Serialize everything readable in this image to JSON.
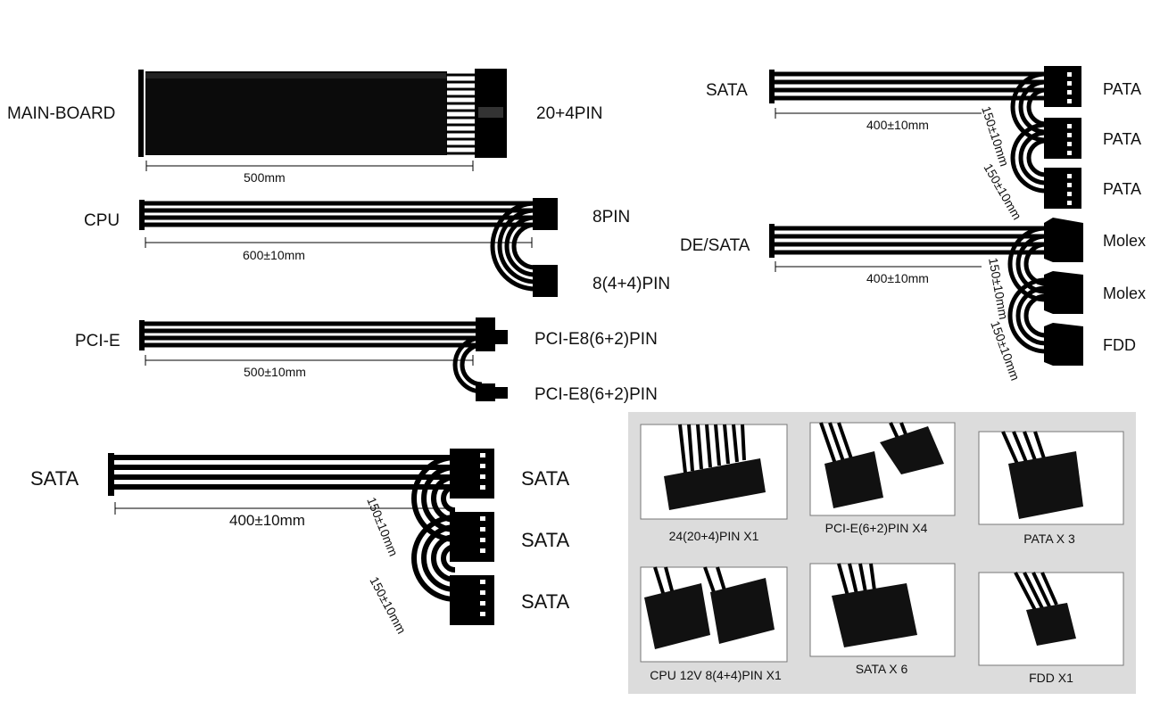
{
  "main_board": {
    "source_label": "MAIN-BOARD",
    "connector_label": "20+4PIN",
    "length": "500mm"
  },
  "cpu": {
    "source_label": "CPU",
    "connector_1": "8PIN",
    "connector_2": "8(4+4)PIN",
    "length": "600±10mm"
  },
  "pcie": {
    "source_label": "PCI-E",
    "connector_1": "PCI-E8(6+2)PIN",
    "connector_2": "PCI-E8(6+2)PIN",
    "length": "500±10mm"
  },
  "sata_bottom": {
    "source_label": "SATA",
    "connectors": [
      "SATA",
      "SATA",
      "SATA"
    ],
    "length": "400±10mm",
    "segment_1": "150±10mm",
    "segment_2": "150±10mm"
  },
  "sata_pata": {
    "source_label": "SATA",
    "connectors": [
      "PATA",
      "PATA",
      "PATA"
    ],
    "length": "400±10mm",
    "segment_1": "150±10mm",
    "segment_2": "150±10mm"
  },
  "de_sata": {
    "source_label": "DE/SATA",
    "connectors": [
      "Molex",
      "Molex",
      "FDD"
    ],
    "length": "400±10mm",
    "segment_1": "150±10mm",
    "segment_2": "150±10mm"
  },
  "connector_grid": {
    "items": [
      {
        "caption": "24(20+4)PIN X1",
        "icon": "atx-24pin-connector"
      },
      {
        "caption": "PCI-E(6+2)PIN X4",
        "icon": "pcie-6-2-connector"
      },
      {
        "caption": "PATA X 3",
        "icon": "molex-connector"
      },
      {
        "caption": "CPU 12V 8(4+4)PIN X1",
        "icon": "cpu-8pin-connector"
      },
      {
        "caption": "SATA X 6",
        "icon": "sata-connector"
      },
      {
        "caption": "FDD X1",
        "icon": "fdd-connector"
      }
    ]
  }
}
